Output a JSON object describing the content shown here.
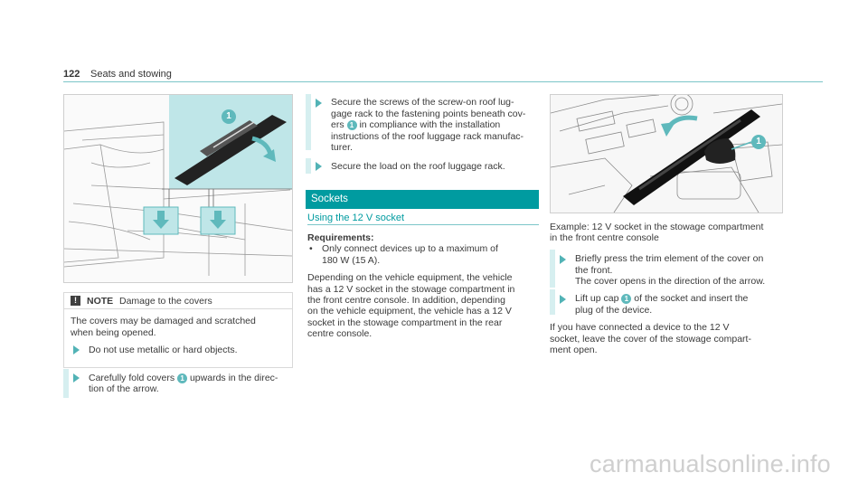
{
  "header": {
    "page_number": "122",
    "section": "Seats and stowing"
  },
  "left": {
    "figure_callout": "1",
    "note": {
      "label": "NOTE",
      "title": "Damage to the covers",
      "body_line1": "The covers may be damaged and scratched",
      "body_line2": "when being opened.",
      "action": "Do not use metallic or hard objects."
    },
    "step1": {
      "line1_pre": "Carefully fold covers",
      "callout": "1",
      "line1_post": "upwards in the direc-",
      "line2": "tion of the arrow."
    }
  },
  "middle": {
    "step1": {
      "line1": "Secure the screws of the screw-on roof lug-",
      "line2": "gage rack to the fastening points beneath cov-",
      "line3_pre": "ers",
      "callout": "1",
      "line3_post": "in compliance with the installation",
      "line4": "instructions of the roof luggage rack manufac-",
      "line5": "turer."
    },
    "step2": "Secure the load on the roof luggage rack.",
    "sockets_heading": "Sockets",
    "subheading": "Using the 12 V socket",
    "requirements_label": "Requirements:",
    "req_line1": "Only connect devices up to a maximum of",
    "req_line2": "180 W (15 A).",
    "para": [
      "Depending on the vehicle equipment, the vehicle",
      "has a 12 V socket in the stowage compartment in",
      "the front centre console. In addition, depending",
      "on the vehicle equipment, the vehicle has a 12 V",
      "socket in the stowage compartment in the rear",
      "centre console."
    ]
  },
  "right": {
    "figure_callout": "1",
    "caption_line1": "Example: 12 V socket in the stowage compartment",
    "caption_line2": "in the front centre console",
    "step1": {
      "line1": "Briefly press the trim element of the cover on",
      "line2": "the front.",
      "line3": "The cover opens in the direction of the arrow."
    },
    "step2": {
      "line1_pre": "Lift up cap",
      "callout": "1",
      "line1_post": "of the socket and insert the",
      "line2": "plug of the device."
    },
    "para": [
      "If you have connected a device to the 12 V",
      "socket, leave the cover of the stowage compart-",
      "ment open."
    ]
  },
  "watermark": "carmanualsonline.info",
  "colors": {
    "accent": "#009ba0",
    "accent_light": "#d6eff0",
    "callout": "#5fb9bc",
    "highlight_panel": "#bfe6e8"
  }
}
